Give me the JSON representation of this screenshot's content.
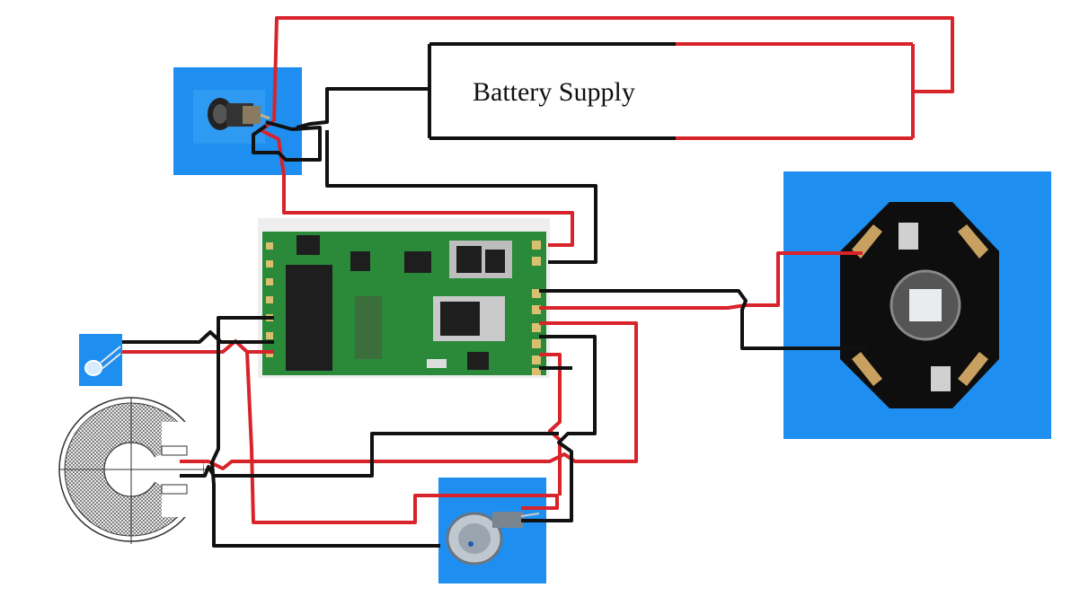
{
  "battery": {
    "label": "Battery Supply"
  },
  "colors": {
    "positive_wire": "#d8232a",
    "negative_wire": "#111111",
    "photo_background": "#1e8ff0",
    "pcb": "#2a8a3a"
  },
  "components": [
    {
      "name": "dc-jack-photo",
      "icon": "dc-barrel-jack"
    },
    {
      "name": "controller-board-photo",
      "icon": "pcb-module"
    },
    {
      "name": "indicator-led-photo",
      "icon": "clear-5mm-led"
    },
    {
      "name": "piezo-disc-drawing",
      "icon": "piezo-sensor"
    },
    {
      "name": "push-button-photo",
      "icon": "metal-push-switch"
    },
    {
      "name": "power-led-photo",
      "icon": "star-power-led"
    }
  ]
}
